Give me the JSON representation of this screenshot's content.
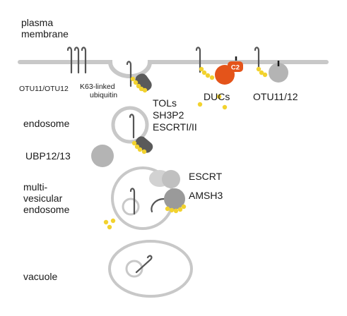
{
  "labels": {
    "plasma_membrane_1": "plasma",
    "plasma_membrane_2": "membrane",
    "otu_left": "OTU11/OTU12",
    "k63_1": "K63-linked",
    "k63_2": "ubiquitin",
    "tols": "TOLs",
    "sh3p2": "SH3P2",
    "escrt_i_ii": "ESCRTI/II",
    "ducs": "DUCs",
    "c2": "C2",
    "otu_right": "OTU11/12",
    "endosome": "endosome",
    "ubp": "UBP12/13",
    "mve_1": "multi-",
    "mve_2": "vesicular",
    "mve_3": "endosome",
    "escrt": "ESCRT",
    "amsh3": "AMSH3",
    "vacuole": "vacuole"
  },
  "colors": {
    "membrane": "#c8c8c8",
    "ubiquitin": "#f2d22e",
    "receptor": "#555555",
    "tol_protein": "#5a5a5a",
    "duc": "#e4541a",
    "grey_protein": "#b4b4b4",
    "escrt_light": "#d2d2d2"
  }
}
